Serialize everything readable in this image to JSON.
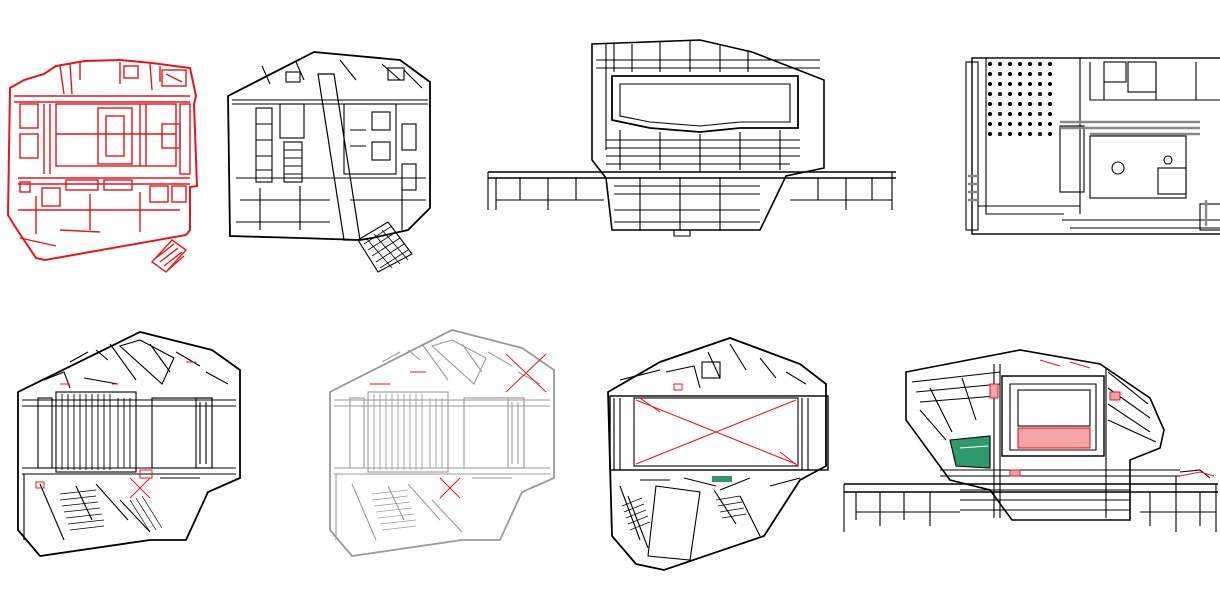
{
  "sheet": {
    "drawings": [
      {
        "kind": "floor-plan",
        "color": "#e8141b"
      },
      {
        "kind": "floor-plan",
        "color": "#000000"
      },
      {
        "kind": "section",
        "color": "#000000"
      },
      {
        "kind": "floor-plan",
        "color": "#000000"
      },
      {
        "kind": "floor-plan",
        "color": "#000000",
        "accent": "#e8141b"
      },
      {
        "kind": "floor-plan",
        "color": "#9a9a9a",
        "accent": "#e8141b"
      },
      {
        "kind": "floor-plan",
        "color": "#000000",
        "accent": "#e8141b"
      },
      {
        "kind": "section",
        "color": "#000000",
        "accent": "#e8141b",
        "fill_pink": "#f4a3a6",
        "fill_green": "#2e9a6a"
      }
    ]
  }
}
